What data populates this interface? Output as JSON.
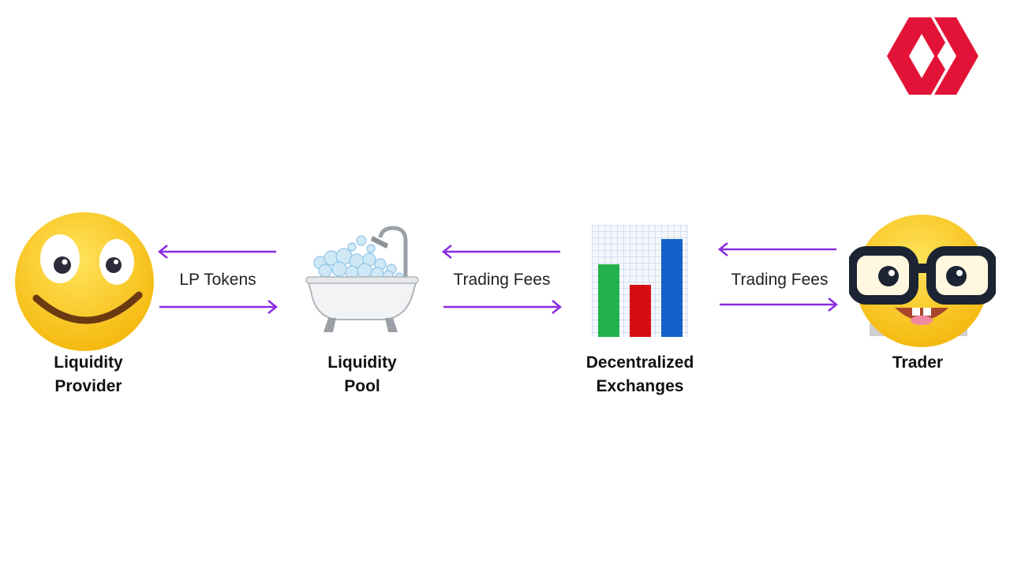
{
  "brand": {
    "logo_icon": "hive-logo-icon",
    "logo_color": "#e31337"
  },
  "arrow_color": "#8a2be2",
  "nodes": [
    {
      "icon": "smiling-face-icon",
      "line1": "Liquidity",
      "line2": "Provider"
    },
    {
      "icon": "bathtub-icon",
      "line1": "Liquidity",
      "line2": "Pool"
    },
    {
      "icon": "bar-chart-icon",
      "line1": "Decentralized",
      "line2": "Exchanges"
    },
    {
      "icon": "nerd-face-icon",
      "line1": "Trader",
      "line2": ""
    }
  ],
  "edges": [
    {
      "label": "LP Tokens"
    },
    {
      "label": "Trading Fees"
    },
    {
      "label": "Trading Fees"
    }
  ]
}
